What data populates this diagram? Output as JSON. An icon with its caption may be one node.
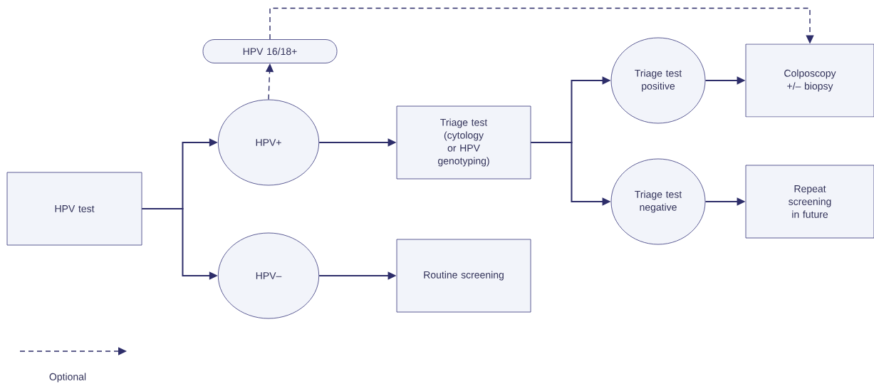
{
  "diagram": {
    "nodes": [
      {
        "text": [
          "HPV test"
        ]
      },
      {
        "text": [
          "HPV+"
        ]
      },
      {
        "text": [
          "HPV 16/18+"
        ]
      },
      {
        "text": [
          "HPV–"
        ]
      },
      {
        "text": [
          "Triage test (cytology or HPV genotyping)"
        ]
      },
      {
        "text": [
          "Routine screening"
        ]
      },
      {
        "text": [
          "Triage test positive"
        ]
      },
      {
        "text": [
          "Triage test negative"
        ]
      },
      {
        "text": [
          "Colposcopy +/– biopsy"
        ]
      },
      {
        "text": [
          "Repeat screening in future"
        ]
      }
    ],
    "edges": [
      {
        "from": 0,
        "to": 1,
        "arrow": "to"
      },
      {
        "from": 0,
        "to": 3,
        "arrow": "to"
      },
      {
        "from": 1,
        "to": 2,
        "arrow": "to",
        "style": "dashed"
      },
      {
        "from": 2,
        "to": 8,
        "arrow": "to",
        "style": "dashed"
      },
      {
        "from": 1,
        "to": 4,
        "arrow": "to"
      },
      {
        "from": 3,
        "to": 5,
        "arrow": "to"
      },
      {
        "from": 4,
        "to": 6,
        "arrow": "to"
      },
      {
        "from": 4,
        "to": 7,
        "arrow": "to"
      },
      {
        "from": 6,
        "to": 8,
        "arrow": "to"
      },
      {
        "from": 7,
        "to": 9,
        "arrow": "to"
      }
    ],
    "legend": [
      {
        "text": "Optional"
      }
    ]
  }
}
